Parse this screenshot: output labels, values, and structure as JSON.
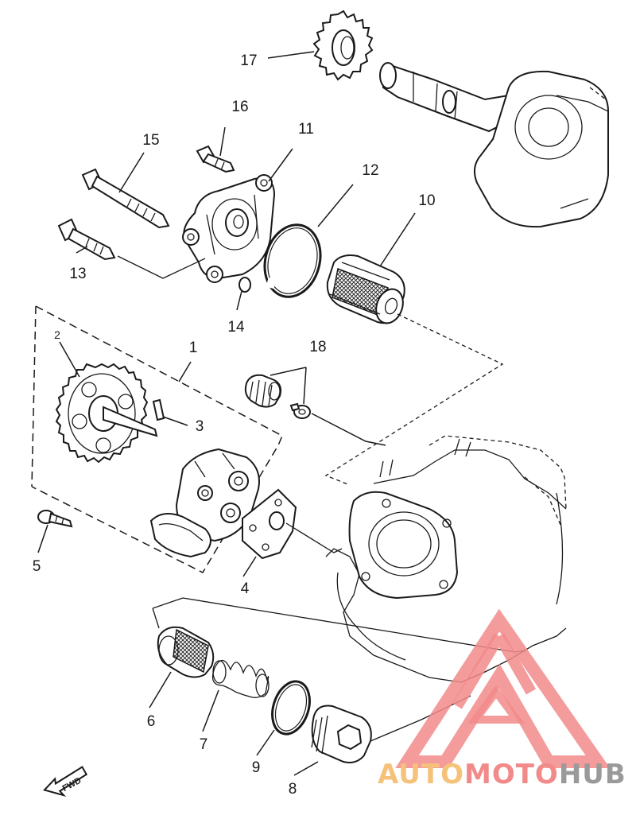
{
  "diagram": {
    "callouts": [
      {
        "id": "17",
        "label": "17"
      },
      {
        "id": "16",
        "label": "16"
      },
      {
        "id": "11",
        "label": "11"
      },
      {
        "id": "15",
        "label": "15"
      },
      {
        "id": "12",
        "label": "12"
      },
      {
        "id": "10",
        "label": "10"
      },
      {
        "id": "13",
        "label": "13"
      },
      {
        "id": "14",
        "label": "14"
      },
      {
        "id": "1",
        "label": "1"
      },
      {
        "id": "18",
        "label": "18"
      },
      {
        "id": "2",
        "label": "2"
      },
      {
        "id": "3",
        "label": "3"
      },
      {
        "id": "5",
        "label": "5"
      },
      {
        "id": "4",
        "label": "4"
      },
      {
        "id": "6",
        "label": "6"
      },
      {
        "id": "7",
        "label": "7"
      },
      {
        "id": "9",
        "label": "9"
      },
      {
        "id": "8",
        "label": "8"
      }
    ],
    "direction_marker": "FWD"
  },
  "watermark": {
    "part1": "AUTO",
    "part2": "MOTO",
    "part3": "HUB",
    "color_part1": "#f5c27a",
    "color_part2": "#f28a8a",
    "color_part3": "#9a9a9a",
    "logo_color": "#f28a8a"
  }
}
